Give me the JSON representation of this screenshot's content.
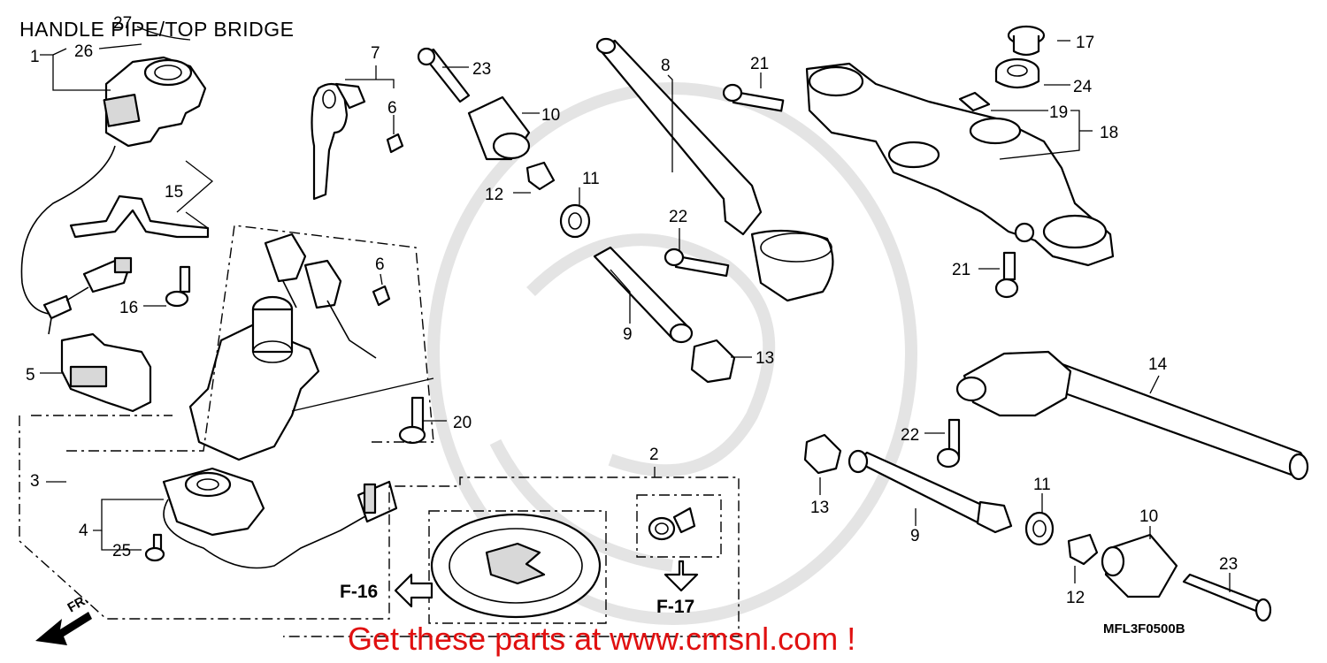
{
  "title": "HANDLE PIPE/TOP BRIDGE",
  "promo": "Get these parts at www.cmsnl.com !",
  "diagram_code": "MFL3F0500B",
  "direction_label": "FR.",
  "refs": {
    "f16": "F-16",
    "f17": "F-17"
  },
  "part_numbers": {
    "p1": "1",
    "p2": "2",
    "p3": "3",
    "p4": "4",
    "p5": "5",
    "p6a": "6",
    "p6b": "6",
    "p7": "7",
    "p8": "8",
    "p9a": "9",
    "p9b": "9",
    "p10a": "10",
    "p10b": "10",
    "p11a": "11",
    "p11b": "11",
    "p12a": "12",
    "p12b": "12",
    "p13a": "13",
    "p13b": "13",
    "p14": "14",
    "p15": "15",
    "p16": "16",
    "p17": "17",
    "p18": "18",
    "p19": "19",
    "p20": "20",
    "p21a": "21",
    "p21b": "21",
    "p22a": "22",
    "p22b": "22",
    "p23a": "23",
    "p23b": "23",
    "p24": "24",
    "p25": "25",
    "p26": "26",
    "p27": "27"
  }
}
